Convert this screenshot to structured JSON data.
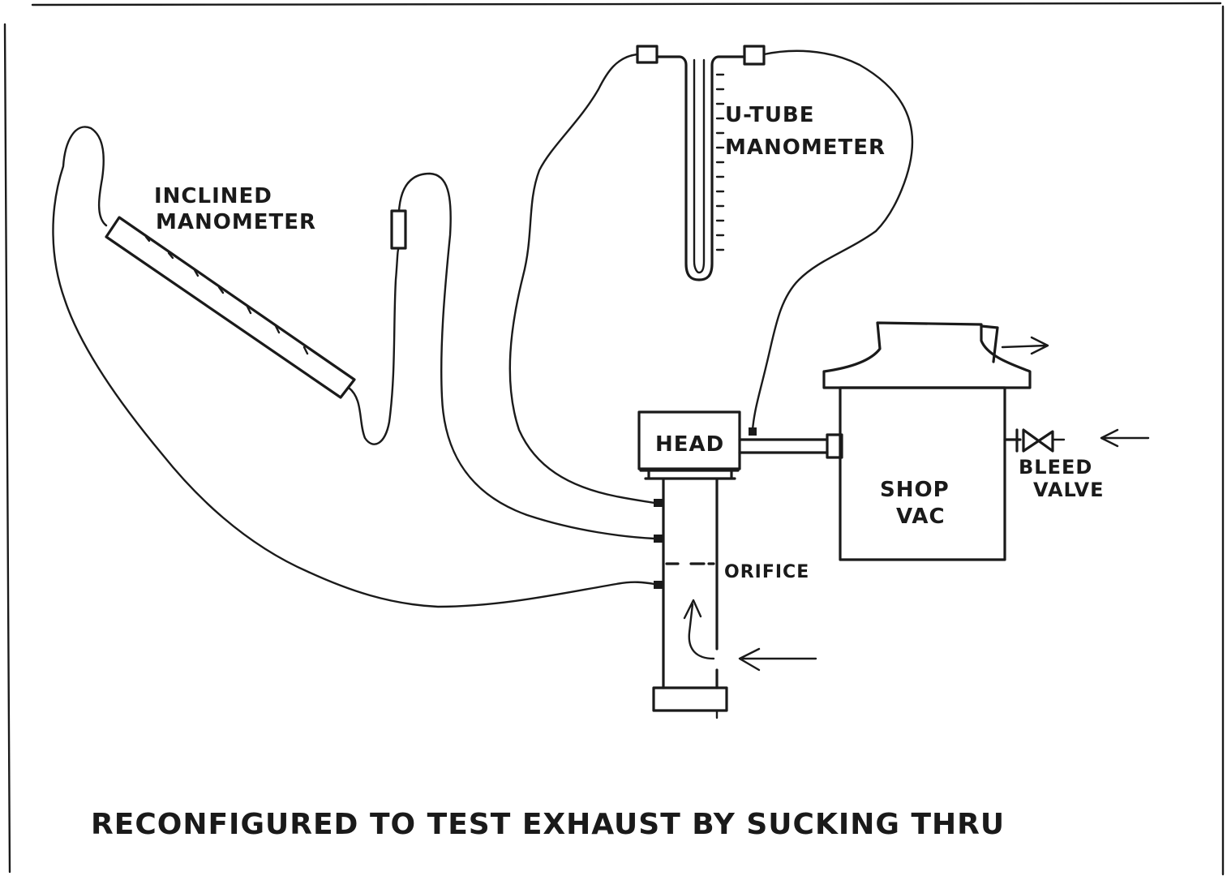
{
  "diagram": {
    "labels": {
      "inclined_line1": "INCLINED",
      "inclined_line2": "MANOMETER",
      "utube_line1": "U-TUBE",
      "utube_line2": "MANOMETER",
      "head": "HEAD",
      "shop_line1": "SHOP",
      "shop_line2": "VAC",
      "bleed_line1": "BLEED",
      "bleed_line2": "VALVE",
      "orifice": "ORIFICE"
    },
    "caption": "RECONFIGURED TO TEST EXHAUST BY SUCKING THRU"
  },
  "colors": {
    "ink": "#1a1a1a",
    "paper": "#ffffff"
  }
}
